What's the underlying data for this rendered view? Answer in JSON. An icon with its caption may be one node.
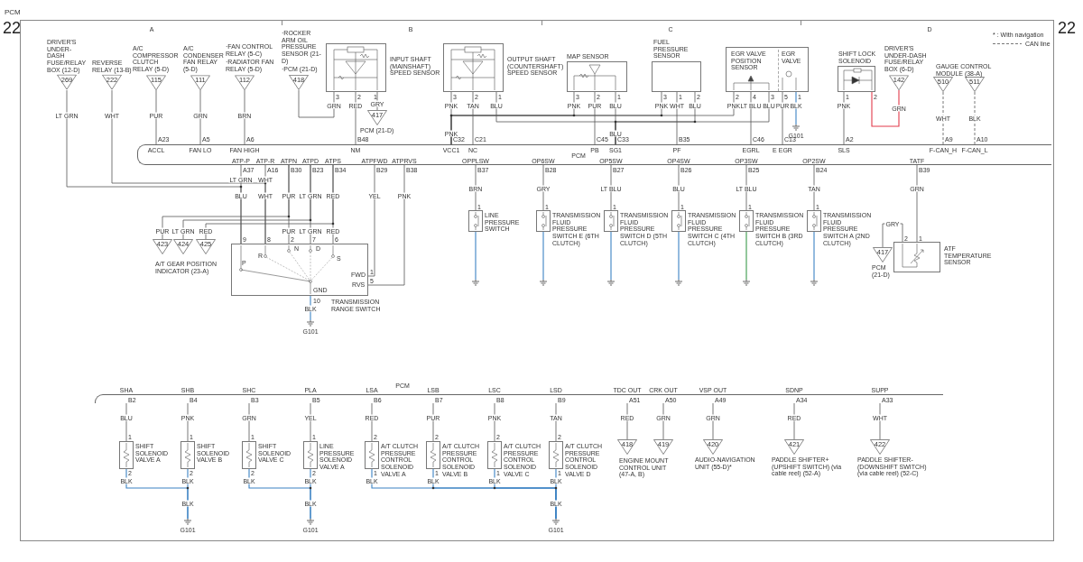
{
  "diagram": {
    "title": "PCM",
    "nodes": [
      {
        "text": [
          "PCM"
        ]
      },
      {
        "text": [
          "PCM"
        ]
      },
      {
        "text": [
          "269"
        ],
        "beside": [
          "DRIVER'S UNDER-DASH FUSE/RELAY BOX (12-D)"
        ]
      },
      {
        "text": [
          "222"
        ],
        "beside": [
          "REVERSE RELAY (13-B)"
        ]
      },
      {
        "text": [
          "115"
        ],
        "beside": [
          "A/C COMPRESSOR CLUTCH RELAY (5-D)"
        ]
      },
      {
        "text": [
          "111"
        ],
        "beside": [
          "A/C CONDENSER FAN RELAY (5-D)"
        ]
      },
      {
        "text": [
          "112"
        ],
        "beside": [
          "·FAN CONTROL RELAY (5-C)",
          "·RADIATOR FAN RELAY (5-D)"
        ]
      },
      {
        "text": [
          "418"
        ],
        "beside": [
          "·ROCKER ARM OIL PRESSURE SENSOR (21-D)",
          "·PCM (21-D)"
        ]
      },
      {
        "text": [
          "INPUT SHAFT (MAINSHAFT) SPEED SENSOR"
        ]
      },
      {
        "text": [
          "417"
        ],
        "beside": [
          "PCM (21-D)"
        ]
      },
      {
        "text": [
          "OUTPUT SHAFT (COUNTERSHAFT) SPEED SENSOR"
        ]
      },
      {
        "text": [
          "MAP SENSOR"
        ]
      },
      {
        "text": [
          "FUEL PRESSURE SENSOR"
        ]
      },
      {
        "text": [
          "EGR VALVE POSITION SENSOR",
          "EGR VALVE"
        ]
      },
      {
        "text": [
          "G101"
        ]
      },
      {
        "text": [
          "SHIFT LOCK SOLENOID"
        ]
      },
      {
        "text": [
          "142"
        ],
        "beside": [
          "DRIVER'S UNDER-DASH FUSE/RELAY BOX (6-D)"
        ]
      },
      {
        "text": [
          "510"
        ]
      },
      {
        "text": [
          "511"
        ]
      },
      {
        "text": [
          "423"
        ]
      },
      {
        "text": [
          "424"
        ]
      },
      {
        "text": [
          "425"
        ]
      },
      {
        "text": [
          "TRANSMISSION RANGE SWITCH"
        ]
      },
      {
        "text": [
          "G101"
        ]
      },
      {
        "text": [
          "LINE PRESSURE SWITCH"
        ]
      },
      {
        "text": [
          "TRANSMISSION FLUID PRESSURE SWITCH E (6TH CLUTCH)"
        ]
      },
      {
        "text": [
          "TRANSMISSION FLUID PRESSURE SWITCH D (5TH CLUTCH)"
        ]
      },
      {
        "text": [
          "TRANSMISSION FLUID PRESSURE SWITCH C (4TH CLUTCH)"
        ]
      },
      {
        "text": [
          "TRANSMISSION FLUID PRESSURE SWITCH B (3RD CLUTCH)"
        ]
      },
      {
        "text": [
          "TRANSMISSION FLUID PRESSURE SWITCH A (2ND CLUTCH)"
        ]
      },
      {
        "text": [],
        "shape": "ground"
      },
      {
        "text": [],
        "shape": "ground"
      },
      {
        "text": [],
        "shape": "ground"
      },
      {
        "text": [],
        "shape": "ground"
      },
      {
        "text": [],
        "shape": "ground"
      },
      {
        "text": [],
        "shape": "ground"
      },
      {
        "text": [
          "ATF TEMPERATURE SENSOR"
        ]
      },
      {
        "text": [
          "417"
        ],
        "beside": [
          "PCM (21-D)"
        ]
      },
      {
        "text": [
          "SHIFT SOLENOID VALVE A"
        ]
      },
      {
        "text": [
          "SHIFT SOLENOID VALVE B"
        ]
      },
      {
        "text": [
          "SHIFT SOLENOID VALVE C"
        ]
      },
      {
        "text": [
          "LINE PRESSURE SOLENOID VALVE A"
        ]
      },
      {
        "text": [
          "A/T CLUTCH PRESSURE CONTROL SOLENOID VALVE A"
        ]
      },
      {
        "text": [
          "A/T CLUTCH PRESSURE CONTROL SOLENOID VALVE B"
        ]
      },
      {
        "text": [
          "A/T CLUTCH PRESSURE CONTROL SOLENOID VALVE C"
        ]
      },
      {
        "text": [
          "A/T CLUTCH PRESSURE CONTROL SOLENOID VALVE D"
        ]
      },
      {
        "text": [
          "G101"
        ]
      },
      {
        "text": [
          "G101"
        ]
      },
      {
        "text": [
          "G101"
        ]
      },
      {
        "text": [
          "418"
        ]
      },
      {
        "text": [
          "419"
        ]
      },
      {
        "text": [
          "420"
        ],
        "beside": [
          "AUDIO-NAVIGATION UNIT (55-D)*"
        ]
      },
      {
        "text": [
          "421"
        ],
        "beside": [
          "PADDLE SHIFTER+ (UPSHIFT SWITCH) (via cable reel) (52-A)"
        ]
      },
      {
        "text": [
          "422"
        ],
        "beside": [
          "PADDLE SHIFTER- (DOWNSHIFT SWITCH) (via cable reel) (52-C)"
        ]
      }
    ],
    "edges": [
      {
        "from": 2,
        "to": 22,
        "arrow": "none"
      },
      {
        "from": 0,
        "to": 22,
        "arrow": "none"
      },
      {
        "from": 3,
        "to": 22,
        "arrow": "none"
      },
      {
        "from": 0,
        "to": 22,
        "arrow": "none"
      },
      {
        "from": 4,
        "to": 0,
        "arrow": "none",
        "label": "PUR"
      },
      {
        "from": 5,
        "to": 0,
        "arrow": "none",
        "label": "GRN"
      },
      {
        "from": 6,
        "to": 0,
        "arrow": "none",
        "label": "BRN"
      },
      {
        "from": 7,
        "to": 8,
        "arrow": "none",
        "label": "GRN"
      },
      {
        "from": 8,
        "to": 0,
        "arrow": "none",
        "label": "RED"
      },
      {
        "from": 8,
        "to": 9,
        "arrow": "none",
        "label": "GRY"
      },
      {
        "from": 10,
        "to": 0,
        "arrow": "none"
      },
      {
        "from": 11,
        "to": 0,
        "arrow": "none"
      },
      {
        "from": 12,
        "to": 0,
        "arrow": "none"
      },
      {
        "from": 13,
        "to": 0,
        "arrow": "none"
      },
      {
        "from": 10,
        "to": 0,
        "arrow": "none",
        "label": "TAN"
      },
      {
        "from": 10,
        "to": 0,
        "arrow": "none"
      },
      {
        "from": 11,
        "to": 0,
        "arrow": "none"
      },
      {
        "from": 12,
        "to": 0,
        "arrow": "none"
      },
      {
        "from": 13,
        "to": 0,
        "arrow": "none"
      },
      {
        "from": 11,
        "to": 0,
        "arrow": "none",
        "label": "PUR"
      },
      {
        "from": 12,
        "to": 0,
        "arrow": "none",
        "label": "WHT"
      },
      {
        "from": 13,
        "to": 0,
        "arrow": "none",
        "label": "LT BLU"
      },
      {
        "from": 13,
        "to": 0,
        "arrow": "none",
        "label": "PUR"
      },
      {
        "from": 13,
        "to": 14,
        "arrow": "none",
        "label": "BLK",
        "color": "#3b82c4"
      },
      {
        "from": 15,
        "to": 0,
        "arrow": "none",
        "label": "PNK"
      },
      {
        "from": 15,
        "to": 16,
        "arrow": "none",
        "label": "GRN",
        "color": "#e23b4b"
      },
      {
        "from": 17,
        "to": 0,
        "arrow": "none",
        "label": "WHT",
        "style": "dashed"
      },
      {
        "from": 18,
        "to": 0,
        "arrow": "none",
        "label": "BLK",
        "style": "dashed"
      },
      {
        "from": 0,
        "to": 22,
        "arrow": "none"
      },
      {
        "from": 0,
        "to": 19,
        "arrow": "none"
      },
      {
        "from": 0,
        "to": 22,
        "arrow": "none"
      },
      {
        "from": 0,
        "to": 20,
        "arrow": "none"
      },
      {
        "from": 0,
        "to": 22,
        "arrow": "none"
      },
      {
        "from": 0,
        "to": 21,
        "arrow": "none"
      },
      {
        "from": 0,
        "to": 22,
        "arrow": "none",
        "label": "YEL"
      },
      {
        "from": 0,
        "to": 22,
        "arrow": "none",
        "label": "PNK"
      },
      {
        "from": 22,
        "to": 23,
        "arrow": "none",
        "label": "BLK",
        "color": "#3b82c4"
      },
      {
        "from": 0,
        "to": 24,
        "arrow": "none",
        "label": "BRN"
      },
      {
        "from": 0,
        "to": 25,
        "arrow": "none",
        "label": "GRY"
      },
      {
        "from": 0,
        "to": 26,
        "arrow": "none",
        "label": "LT BLU"
      },
      {
        "from": 0,
        "to": 27,
        "arrow": "none",
        "label": "BLU"
      },
      {
        "from": 0,
        "to": 28,
        "arrow": "none",
        "label": "LT BLU"
      },
      {
        "from": 0,
        "to": 29,
        "arrow": "none",
        "label": "TAN"
      },
      {
        "from": 24,
        "to": 30,
        "arrow": "none",
        "color": "#3b82c4"
      },
      {
        "from": 25,
        "to": 31,
        "arrow": "none",
        "color": "#3b82c4"
      },
      {
        "from": 26,
        "to": 32,
        "arrow": "none",
        "color": "#3b82c4"
      },
      {
        "from": 27,
        "to": 33,
        "arrow": "none",
        "color": "#3b82c4"
      },
      {
        "from": 28,
        "to": 34,
        "arrow": "none",
        "color": "#3a9a4a"
      },
      {
        "from": 29,
        "to": 35,
        "arrow": "none",
        "color": "#3b82c4"
      },
      {
        "from": 0,
        "to": 36,
        "arrow": "none",
        "label": "GRN"
      },
      {
        "from": 36,
        "to": 37,
        "arrow": "none",
        "label": "GRY"
      },
      {
        "from": 1,
        "to": 38,
        "arrow": "none",
        "label": "BLU"
      },
      {
        "from": 1,
        "to": 39,
        "arrow": "none",
        "label": "PNK"
      },
      {
        "from": 1,
        "to": 40,
        "arrow": "none",
        "label": "GRN"
      },
      {
        "from": 1,
        "to": 41,
        "arrow": "none",
        "label": "YEL"
      },
      {
        "from": 1,
        "to": 42,
        "arrow": "none",
        "label": "RED"
      },
      {
        "from": 1,
        "to": 43,
        "arrow": "none",
        "label": "PUR"
      },
      {
        "from": 1,
        "to": 44,
        "arrow": "none",
        "label": "PNK"
      },
      {
        "from": 1,
        "to": 45,
        "arrow": "none",
        "label": "TAN"
      },
      {
        "from": 38,
        "to": 46,
        "arrow": "none",
        "color": "#3b82c4"
      },
      {
        "from": 39,
        "to": 46,
        "arrow": "none",
        "color": "#3b82c4"
      },
      {
        "from": 40,
        "to": 47,
        "arrow": "none",
        "color": "#3b82c4"
      },
      {
        "from": 41,
        "to": 47,
        "arrow": "none",
        "color": "#3b82c4"
      },
      {
        "from": 42,
        "to": 48,
        "arrow": "none",
        "color": "#3b82c4"
      },
      {
        "from": 43,
        "to": 48,
        "arrow": "none",
        "color": "#3b82c4"
      },
      {
        "from": 44,
        "to": 48,
        "arrow": "none",
        "color": "#3b82c4"
      },
      {
        "from": 45,
        "to": 48,
        "arrow": "none",
        "color": "#3b82c4"
      },
      {
        "from": 1,
        "to": 49,
        "arrow": "none",
        "label": "RED"
      },
      {
        "from": 1,
        "to": 50,
        "arrow": "none",
        "label": "GRN"
      },
      {
        "from": 1,
        "to": 51,
        "arrow": "none",
        "label": "GRN"
      },
      {
        "from": 1,
        "to": 52,
        "arrow": "none",
        "label": "RED"
      },
      {
        "from": 1,
        "to": 53,
        "arrow": "none",
        "label": "WHT"
      }
    ],
    "labels": [
      "22",
      "22",
      "A",
      "B",
      "C",
      "D",
      "* : With navigation",
      "A23",
      "ACCL",
      "A5",
      "FAN LO",
      "A6",
      "FAN HIGH",
      "B48",
      "NM",
      "C32",
      "VCC1",
      "C21",
      "NC",
      "C45",
      "PB",
      "C33",
      "SG1",
      "B35",
      "PF",
      "C46",
      "EGRL",
      "C13",
      "E EGR",
      "A2",
      "SLS",
      "A9",
      "F-CAN_H",
      "A10",
      "F-CAN_L",
      "ATP-P",
      "A37",
      "ATP-R",
      "A16",
      "ATPN",
      "B30",
      "ATPD",
      "B23",
      "ATPS",
      "B34",
      "ATPFWD",
      "B29",
      "ATPRVS",
      "B38",
      "OPPLSW",
      "B37",
      "OP6SW",
      "B28",
      "OP5SW",
      "B27",
      "OP4SW",
      "B26",
      "OP3SW",
      "B25",
      "OP2SW",
      "B24",
      "TATF",
      "B39",
      "3",
      "2",
      "1",
      "3",
      "2",
      "1",
      "3",
      "2",
      "1",
      "3",
      "1",
      "2",
      "2",
      "4",
      "3",
      "5",
      "1",
      "1",
      "2",
      "PNK",
      "BLU",
      "PNK",
      "BLU",
      "PNK",
      "BLU",
      "PNK",
      "BLU",
      "PNK",
      "BLU",
      "LT GRN",
      "WHT",
      "LT GRN",
      "WHT",
      "BLU",
      "WHT",
      "PUR",
      "LT GRN",
      "RED",
      "PUR",
      "LT GRN",
      "RED",
      "PUR",
      "LT GRN",
      "RED",
      "9",
      "8",
      "2",
      "7",
      "6",
      "P",
      "R",
      "N",
      "D",
      "S",
      "FWD",
      "1",
      "RVS",
      "5",
      "GND",
      "10",
      "A/T GEAR POSITION INDICATOR (23-A)",
      "1",
      "1",
      "1",
      "1",
      "1",
      "1",
      "2",
      "1",
      "GAUGE CONTROL MODULE (38-A)",
      "SHA",
      "B2",
      "SHB",
      "B4",
      "SHC",
      "B3",
      "PLA",
      "B5",
      "LSA",
      "B6",
      "LSB",
      "B7",
      "LSC",
      "B8",
      "LSD",
      "B9",
      "TDC OUT",
      "A51",
      "CRK OUT",
      "A50",
      "VSP OUT",
      "A49",
      "SDNP",
      "A34",
      "SUPP",
      "A33",
      "1",
      "2",
      "1",
      "2",
      "1",
      "2",
      "1",
      "2",
      "2",
      "1",
      "2",
      "1",
      "2",
      "1",
      "2",
      "1",
      "BLK",
      "BLK",
      "BLK",
      "BLK",
      "BLK",
      "BLK",
      "BLK",
      "BLK",
      "BLK",
      "BLK",
      "BLK",
      "ENGINE MOUNT CONTROL UNIT (47-A, B)"
    ],
    "legend": [
      {
        "text": "CAN line"
      }
    ]
  }
}
